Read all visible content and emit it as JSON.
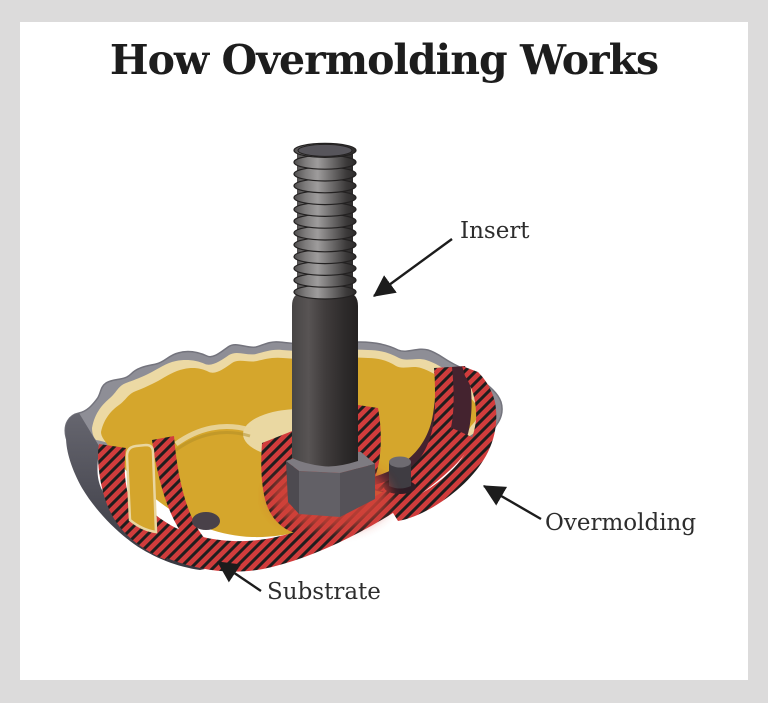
{
  "title": "How Overmolding Works",
  "labels": {
    "insert": "Insert",
    "overmolding": "Overmolding",
    "substrate": "Substrate"
  },
  "icons": {
    "insert_pointer": "arrow-icon",
    "overmolding_pointer": "arrow-icon",
    "substrate_pointer": "arrow-icon"
  },
  "colors": {
    "frame": "#dcdbdb",
    "panel": "#ffffff",
    "title_text": "#1d1d1d",
    "label_text": "#2d2d2d",
    "arrow": "#1c1c1c",
    "overmold_red": "#d03c3c",
    "hatch_line": "#1e1e1e",
    "substrate_gold": "#d5a62c",
    "substrate_cream": "#ecd9a4",
    "shell_gray": "#8e8e96",
    "shell_dark": "#4a4a53",
    "channel_maroon": "#44232f",
    "insert_dark": "#3a3838"
  }
}
